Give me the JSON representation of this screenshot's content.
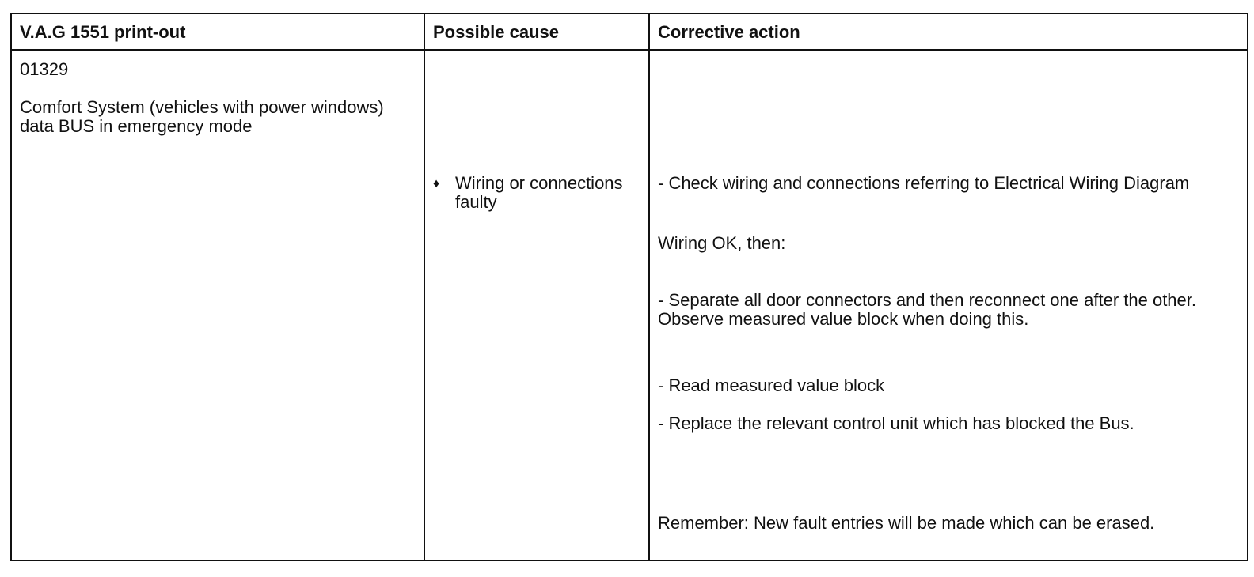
{
  "table": {
    "headers": {
      "printout": "V.A.G 1551 print-out",
      "cause": "Possible cause",
      "action": "Corrective action"
    },
    "printout": {
      "code": "01329",
      "description": "Comfort System (vehicles with power windows) data BUS in emergency mode"
    },
    "causes": [
      {
        "bullet": "♦",
        "text": "Wiring or connections faulty"
      }
    ],
    "actions": [
      "- Check wiring and connections referring to Electrical Wiring Diagram",
      "Wiring OK, then:",
      "- Separate all door connectors and then reconnect one after the other. Observe measured value block when doing this.",
      "- Read measured value block",
      "- Replace the relevant control unit which has blocked the Bus.",
      "Remember: New fault entries will be made which can be erased."
    ]
  }
}
